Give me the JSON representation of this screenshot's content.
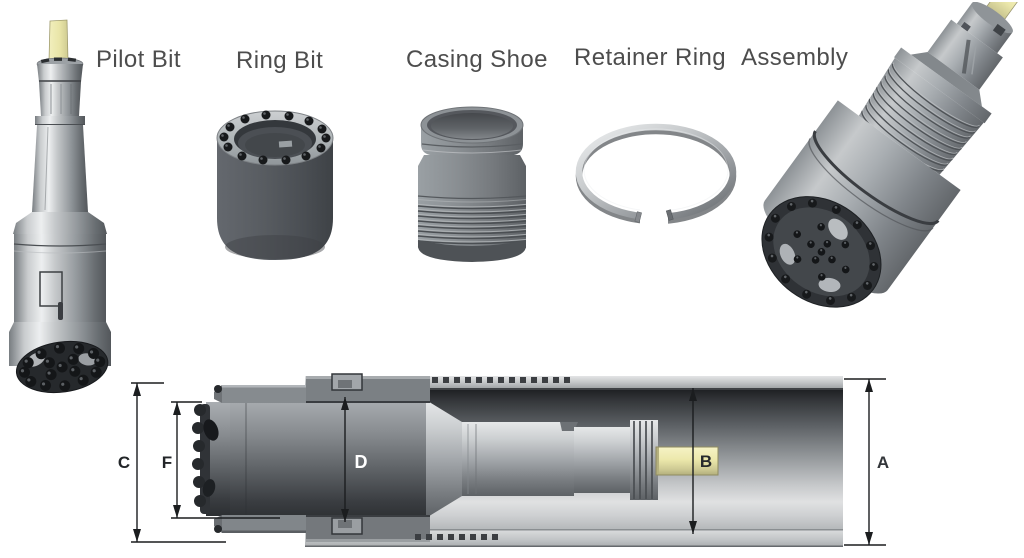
{
  "components": [
    {
      "id": "pilot-bit",
      "label": "Pilot Bit"
    },
    {
      "id": "ring-bit",
      "label": "Ring Bit"
    },
    {
      "id": "casing-shoe",
      "label": "Casing Shoe"
    },
    {
      "id": "retainer-ring",
      "label": "Retainer Ring"
    },
    {
      "id": "assembly",
      "label": "Assembly"
    }
  ],
  "cross_section": {
    "dimension_labels": {
      "a": "A",
      "b": "B",
      "c": "C",
      "d": "D",
      "f": "F"
    }
  },
  "colors": {
    "background": "#ffffff",
    "component_label_text": "#4d4d4d",
    "dimension_line": "#1b1d1f",
    "dimension_label_dark": "#222528",
    "dimension_label_light": "#ffffff",
    "shank_yellow": "#ebe7aa",
    "metal_highlight": "#edeff0",
    "metal_mid": "#94999d",
    "metal_dark": "#53575b",
    "ring_bit_body": "#54585d",
    "bit_face": "#2c2f33",
    "tube_interior_top": "#1f2124",
    "tube_interior_bottom": "#b4b7b9"
  }
}
